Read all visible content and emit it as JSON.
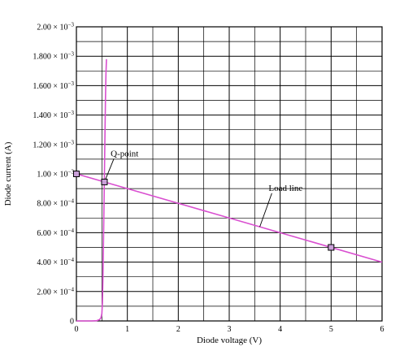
{
  "chart_data": {
    "type": "line",
    "title": "",
    "xlabel": "Diode voltage (V)",
    "ylabel": "Diode current (A)",
    "xlim": [
      0,
      6
    ],
    "ylim": [
      0,
      0.002
    ],
    "grid": true,
    "x_ticks": [
      {
        "value": 0,
        "label": "0"
      },
      {
        "value": 1,
        "label": "1"
      },
      {
        "value": 2,
        "label": "2"
      },
      {
        "value": 3,
        "label": "3"
      },
      {
        "value": 4,
        "label": "4"
      },
      {
        "value": 5,
        "label": "5"
      },
      {
        "value": 6,
        "label": "6"
      }
    ],
    "y_ticks": [
      {
        "value": 0,
        "mantissa": "0",
        "exp": ""
      },
      {
        "value": 0.0002,
        "mantissa": "2.00 × 10",
        "exp": "−4"
      },
      {
        "value": 0.0004,
        "mantissa": "4.00 × 10",
        "exp": "−4"
      },
      {
        "value": 0.0006,
        "mantissa": "6.00 × 10",
        "exp": "−4"
      },
      {
        "value": 0.0008,
        "mantissa": "8.00 × 10",
        "exp": "−4"
      },
      {
        "value": 0.001,
        "mantissa": "1.00 × 10",
        "exp": "−3"
      },
      {
        "value": 0.0012,
        "mantissa": "1.200 × 10",
        "exp": "−3"
      },
      {
        "value": 0.0014,
        "mantissa": "1.400 × 10",
        "exp": "−3"
      },
      {
        "value": 0.0016,
        "mantissa": "1.600 × 10",
        "exp": "−3"
      },
      {
        "value": 0.0018,
        "mantissa": "1.800 × 10",
        "exp": "−3"
      },
      {
        "value": 0.002,
        "mantissa": "2.00 × 10",
        "exp": "−3"
      }
    ],
    "series": [
      {
        "color": "#d94fd0",
        "x": [
          0,
          0.1,
          0.2,
          0.3,
          0.4,
          0.45,
          0.48,
          0.5,
          0.51,
          0.52,
          0.53,
          0.54,
          0.55,
          0.56,
          0.57,
          0.58,
          0.59
        ],
        "y": [
          0,
          0,
          0,
          0,
          2e-06,
          8e-06,
          2e-05,
          5e-05,
          0.00012,
          0.00028,
          0.0005,
          0.00075,
          0.001,
          0.00125,
          0.0015,
          0.00168,
          0.00178
        ]
      },
      {
        "color": "#d94fd0",
        "x": [
          0,
          6
        ],
        "y": [
          0.001,
          0.0004
        ]
      }
    ],
    "markers": [
      {
        "x": 0,
        "y": 0.001
      },
      {
        "x": 0.55,
        "y": 0.000945
      },
      {
        "x": 5,
        "y": 0.0005
      }
    ],
    "annotations": [
      {
        "text": "Q-point",
        "x": 0.8,
        "y": 0.00112,
        "target_x": 0.55,
        "target_y": 0.000945
      },
      {
        "text": "Load line",
        "x": 3.9,
        "y": 0.000885,
        "target_x": 3.6,
        "target_y": 0.00064
      }
    ]
  }
}
